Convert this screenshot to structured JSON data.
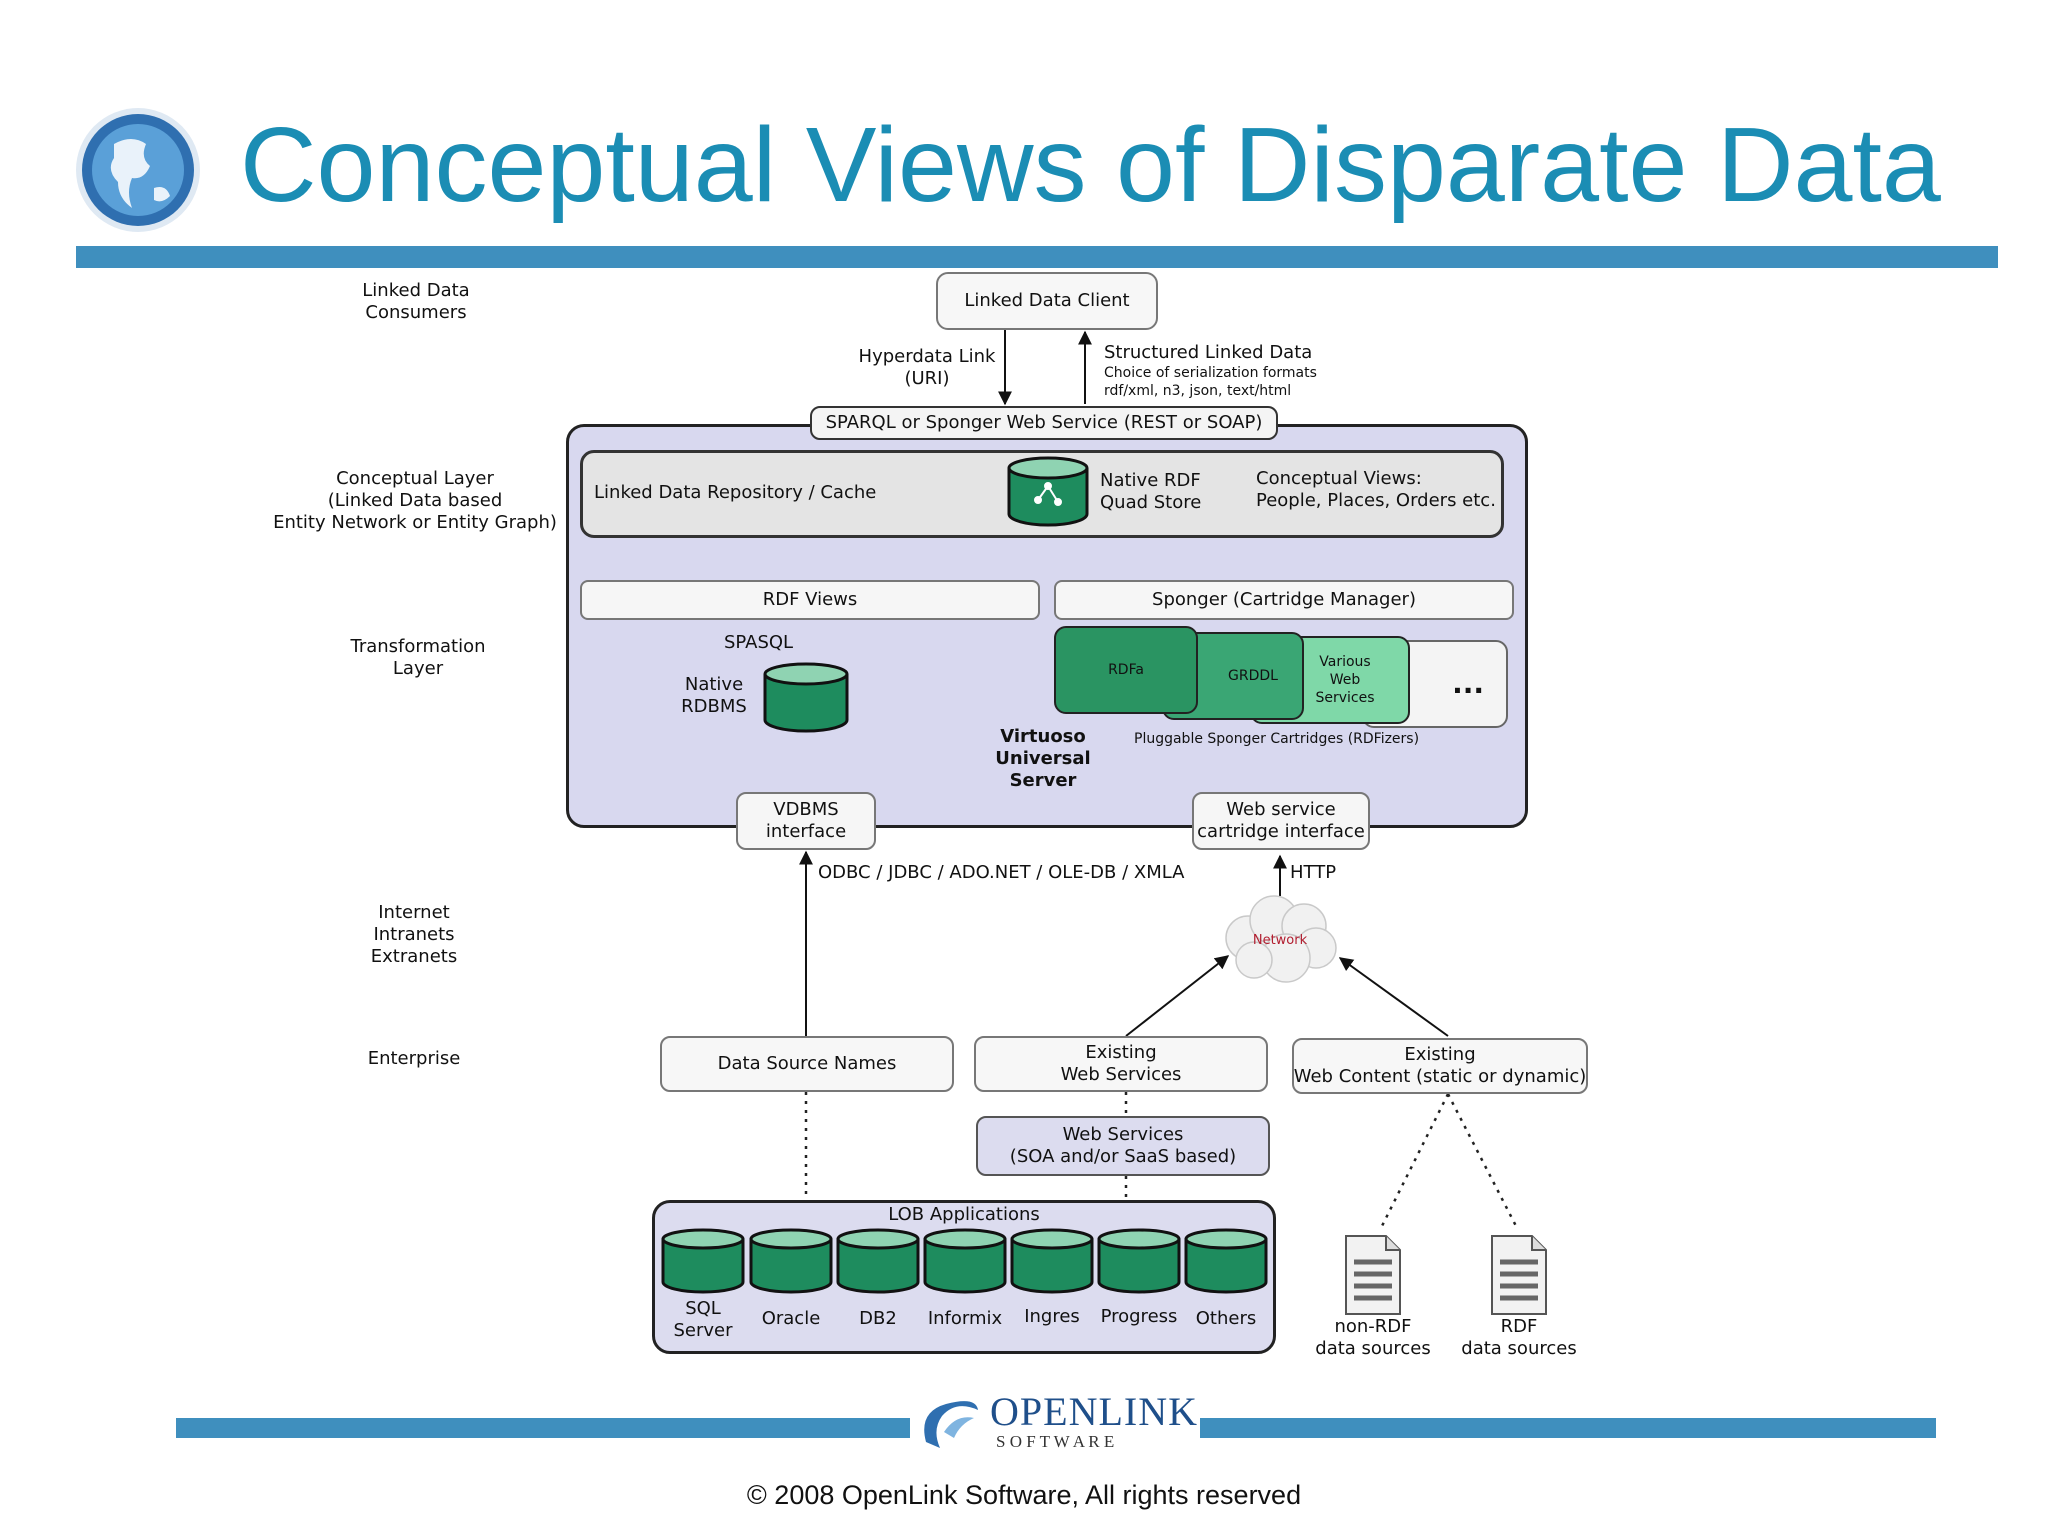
{
  "slide": {
    "title": "Conceptual Views of Disparate Data",
    "copyright": "© 2008 OpenLink Software, All rights reserved",
    "logo": {
      "name": "OPENLINK",
      "sub": "S O F T W A R E"
    }
  },
  "layers": {
    "consumers": [
      "Linked Data",
      "Consumers"
    ],
    "conceptual": [
      "Conceptual Layer",
      "(Linked Data based",
      "Entity Network or Entity Graph)"
    ],
    "transformation": [
      "Transformation",
      "Layer"
    ],
    "internet": [
      "Internet",
      "Intranets",
      "Extranets"
    ],
    "enterprise": "Enterprise"
  },
  "top": {
    "client": "Linked Data Client",
    "hyperdata": [
      "Hyperdata Link",
      "(URI)"
    ],
    "structured": "Structured Linked Data",
    "structured_sub": [
      "Choice of serialization formats",
      "rdf/xml, n3, json, text/html"
    ],
    "sparql": "SPARQL or Sponger Web Service (REST or SOAP)"
  },
  "server": {
    "repo": "Linked Data Repository / Cache",
    "native_rdf": [
      "Native RDF",
      "Quad Store"
    ],
    "conceptual_views": [
      "Conceptual Views:",
      "People, Places, Orders etc."
    ],
    "rdf_views": "RDF Views",
    "sponger": "Sponger (Cartridge Manager)",
    "spasql": "SPASQL",
    "native_rdbms": [
      "Native",
      "RDBMS"
    ],
    "cartridges": [
      "RDFa",
      "GRDDL",
      "Various Web Services",
      "..."
    ],
    "cartridges_label": "Pluggable Sponger Cartridges (RDFizers)",
    "virtuoso": [
      "Virtuoso",
      "Universal",
      "Server"
    ],
    "vdbms": [
      "VDBMS",
      "interface"
    ],
    "webservice": [
      "Web service",
      "cartridge interface"
    ]
  },
  "network": {
    "odbc": "ODBC / JDBC / ADO.NET / OLE-DB / XMLA",
    "http": "HTTP",
    "cloud": "Network"
  },
  "enterprise": {
    "dsn": "Data Source Names",
    "existing_ws": [
      "Existing",
      "Web Services"
    ],
    "existing_wc": [
      "Existing",
      "Web Content (static or dynamic)"
    ],
    "ws_soa": [
      "Web Services",
      "(SOA and/or SaaS based)"
    ],
    "lob_title": "LOB Applications",
    "lob_items": [
      [
        "SQL",
        "Server"
      ],
      [
        "Oracle"
      ],
      [
        "DB2"
      ],
      [
        "Informix"
      ],
      [
        "Ingres"
      ],
      [
        "Progress"
      ],
      [
        "Others"
      ]
    ],
    "non_rdf": [
      "non-RDF",
      "data sources"
    ],
    "rdf": [
      "RDF",
      "data sources"
    ]
  },
  "colors": {
    "title": "#1b8db4",
    "bar": "#3f8fbe",
    "panel": "#d8d8ef",
    "db": "#1e8c5e"
  }
}
